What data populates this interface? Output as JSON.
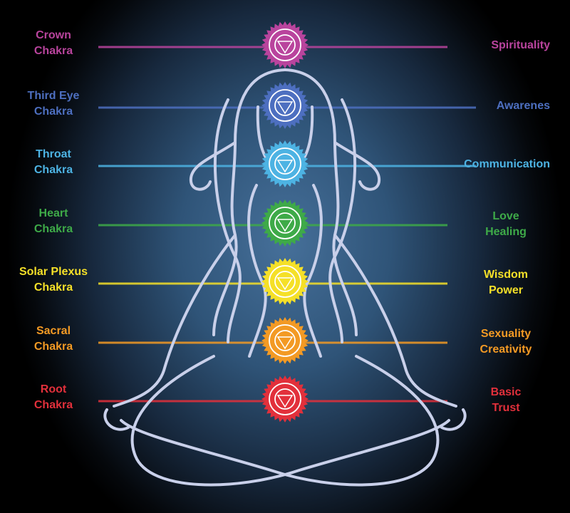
{
  "chakras": [
    {
      "name_line1": "Crown",
      "name_line2": "Chakra",
      "meaning_line1": "Spirituality",
      "meaning_line2": "",
      "color": "#b9449d",
      "symbol": "om-icon"
    },
    {
      "name_line1": "Third Eye",
      "name_line2": "Chakra",
      "meaning_line1": "Awarenes",
      "meaning_line2": "",
      "color": "#4d6fc0",
      "symbol": "third-eye-icon"
    },
    {
      "name_line1": "Throat",
      "name_line2": "Chakra",
      "meaning_line1": "Communication",
      "meaning_line2": "",
      "color": "#4db3e3",
      "symbol": "throat-icon"
    },
    {
      "name_line1": "Heart",
      "name_line2": "Chakra",
      "meaning_line1": "Love",
      "meaning_line2": "Healing",
      "color": "#3eaa48",
      "symbol": "heart-icon"
    },
    {
      "name_line1": "Solar Plexus",
      "name_line2": "Chakra",
      "meaning_line1": "Wisdom",
      "meaning_line2": "Power",
      "color": "#f5e028",
      "symbol": "solar-plexus-icon"
    },
    {
      "name_line1": "Sacral",
      "name_line2": "Chakra",
      "meaning_line1": "Sexuality",
      "meaning_line2": "Creativity",
      "color": "#f39a24",
      "symbol": "sacral-icon"
    },
    {
      "name_line1": "Root",
      "name_line2": "Chakra",
      "meaning_line1": "Basic",
      "meaning_line2": "Trust",
      "color": "#e2303b",
      "symbol": "root-icon"
    }
  ]
}
